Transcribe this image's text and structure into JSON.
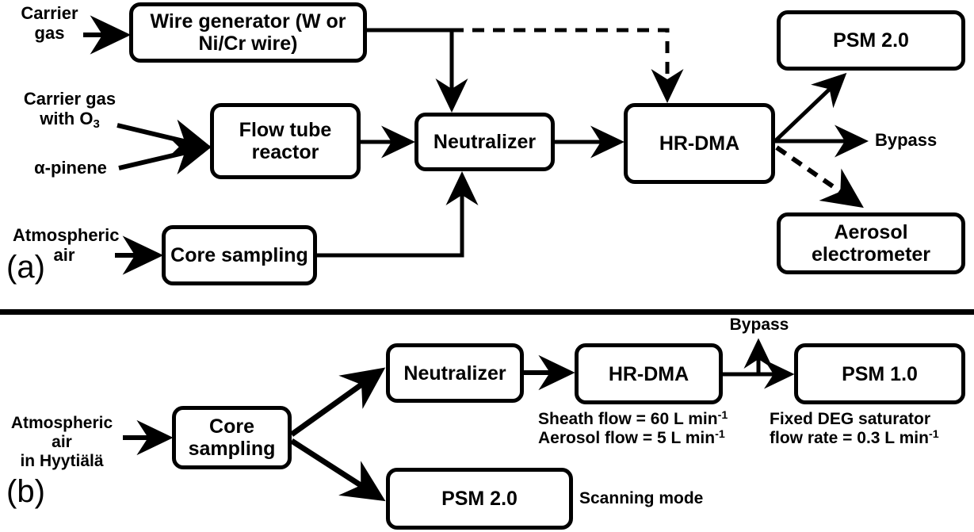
{
  "figure": {
    "type": "flow-diagram",
    "description": "Experimental setup schematics for laboratory and field measurements",
    "panels": [
      {
        "id": "a",
        "label": "(a)",
        "nodes": [
          {
            "key": "wire_generator",
            "label": "Wire generator\n(W or Ni/Cr wire)"
          },
          {
            "key": "flow_tube_reactor",
            "label": "Flow tube\nreactor"
          },
          {
            "key": "core_sampling",
            "label": "Core\nsampling"
          },
          {
            "key": "neutralizer",
            "label": "Neutralizer"
          },
          {
            "key": "hr_dma",
            "label": "HR-DMA"
          },
          {
            "key": "psm_20",
            "label": "PSM 2.0"
          },
          {
            "key": "aerosol_electrometer",
            "label": "Aerosol\nelectrometer"
          }
        ],
        "inputs": [
          {
            "key": "carrier_gas",
            "label": "Carrier\ngas"
          },
          {
            "key": "carrier_gas_o3",
            "label": "Carrier gas\nwith O₃"
          },
          {
            "key": "alpha_pinene",
            "label": "α-pinene"
          },
          {
            "key": "atmospheric_air",
            "label": "Atmospheric\nair"
          }
        ],
        "outputs": [
          {
            "key": "bypass",
            "label": "Bypass"
          }
        ],
        "edges": [
          {
            "from": "carrier_gas",
            "to": "wire_generator",
            "style": "solid"
          },
          {
            "from": "carrier_gas_o3",
            "to": "flow_tube_reactor",
            "style": "solid"
          },
          {
            "from": "alpha_pinene",
            "to": "flow_tube_reactor",
            "style": "solid"
          },
          {
            "from": "atmospheric_air",
            "to": "core_sampling",
            "style": "solid"
          },
          {
            "from": "wire_generator",
            "to": "neutralizer",
            "style": "solid"
          },
          {
            "from": "wire_generator",
            "to": "hr_dma",
            "style": "dashed"
          },
          {
            "from": "flow_tube_reactor",
            "to": "neutralizer",
            "style": "solid"
          },
          {
            "from": "core_sampling",
            "to": "neutralizer",
            "style": "solid"
          },
          {
            "from": "neutralizer",
            "to": "hr_dma",
            "style": "solid"
          },
          {
            "from": "hr_dma",
            "to": "psm_20",
            "style": "solid"
          },
          {
            "from": "hr_dma",
            "to": "bypass",
            "style": "solid"
          },
          {
            "from": "hr_dma",
            "to": "aerosol_electrometer",
            "style": "dashed"
          }
        ]
      },
      {
        "id": "b",
        "label": "(b)",
        "nodes": [
          {
            "key": "core_sampling_b",
            "label": "Core\nsampling"
          },
          {
            "key": "neutralizer_b",
            "label": "Neutralizer"
          },
          {
            "key": "hr_dma_b",
            "label": "HR-DMA"
          },
          {
            "key": "psm_10",
            "label": "PSM 1.0"
          },
          {
            "key": "psm_20_b",
            "label": "PSM 2.0"
          }
        ],
        "inputs": [
          {
            "key": "atmospheric_air_hyytiala",
            "label": "Atmospheric air\nin Hyytiälä"
          }
        ],
        "outputs": [
          {
            "key": "bypass_b",
            "label": "Bypass"
          }
        ],
        "annotations": [
          {
            "key": "dma_flows",
            "line1": "Sheath flow = 60 L min",
            "line1_sup": "-1",
            "line2": "Aerosol flow = 5 L min",
            "line2_sup": "-1"
          },
          {
            "key": "psm_flows",
            "line1": "Fixed DEG saturator",
            "line1_sup": "",
            "line2": "flow rate = 0.3 L min",
            "line2_sup": "-1"
          },
          {
            "key": "scanning_mode",
            "line1": "Scanning mode",
            "line1_sup": "",
            "line2": "",
            "line2_sup": ""
          }
        ],
        "edges": [
          {
            "from": "atmospheric_air_hyytiala",
            "to": "core_sampling_b",
            "style": "solid"
          },
          {
            "from": "core_sampling_b",
            "to": "neutralizer_b",
            "style": "solid"
          },
          {
            "from": "core_sampling_b",
            "to": "psm_20_b",
            "style": "solid"
          },
          {
            "from": "neutralizer_b",
            "to": "hr_dma_b",
            "style": "solid"
          },
          {
            "from": "hr_dma_b",
            "to": "psm_10",
            "style": "solid"
          },
          {
            "from": "hr_dma_b",
            "to": "bypass_b",
            "style": "solid"
          }
        ]
      }
    ],
    "colors": {
      "stroke": "#000000",
      "background": "#ffffff"
    }
  }
}
